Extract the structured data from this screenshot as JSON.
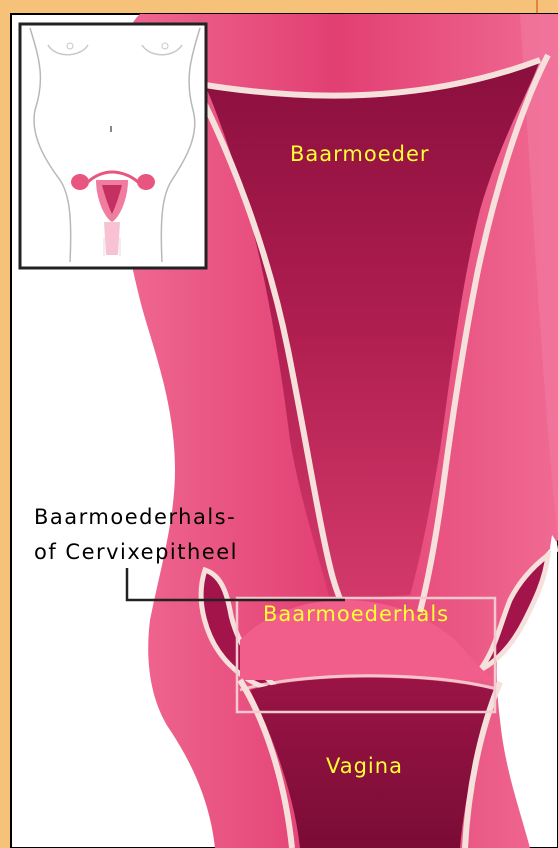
{
  "labels": {
    "uterus": "Baarmoeder",
    "epithelium_line1": "Baarmoederhals-",
    "epithelium_line2": "of Cervixepitheel",
    "cervix": "Baarmoederhals",
    "vagina": "Vagina"
  },
  "colors": {
    "page_background": "#f6c27a",
    "frame": "#000000",
    "panel": "#ffffff",
    "organ_light": "#ec5a86",
    "organ_mid": "#cc2f62",
    "organ_dark": "#8a0f3d",
    "outline": "#f7e8e6",
    "label_yellow": "#ffff33",
    "label_black": "#000000"
  },
  "inset": {
    "description_icon": "torso-with-reproductive-organs-icon"
  }
}
